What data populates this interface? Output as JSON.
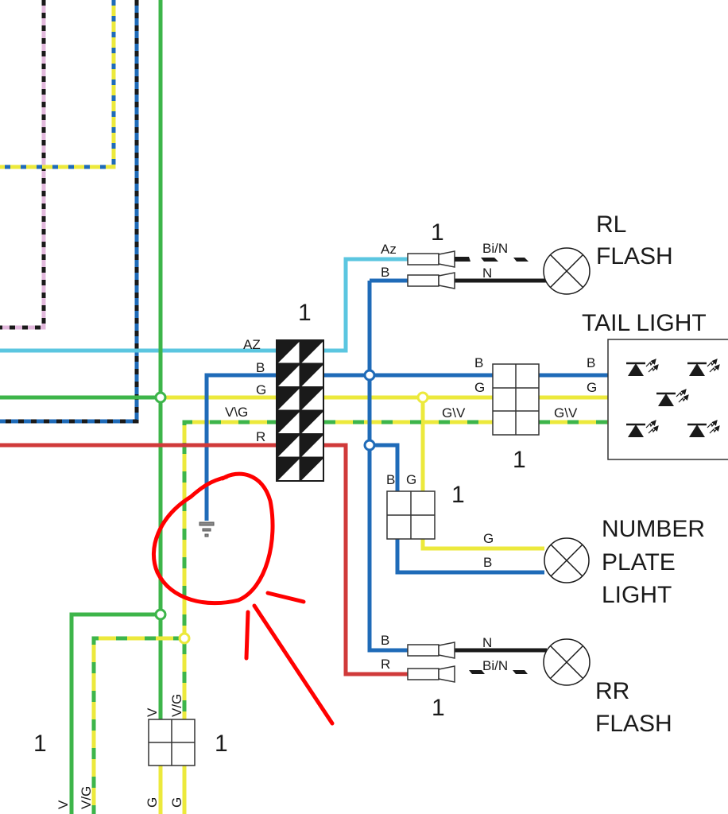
{
  "colors": {
    "blue": "#1f6bb8",
    "lightblue": "#5bc6e0",
    "green": "#3db54a",
    "yellow": "#ece93c",
    "red": "#d03a3a",
    "black": "#1a1a1a",
    "pink": "#e2b8dc",
    "annotation": "#ff0000"
  },
  "labels": {
    "block_number": "1",
    "az": "AZ",
    "b": "B",
    "g": "G",
    "vg": "V\\G",
    "r": "R",
    "rl_conn_number": "1",
    "rl_az": "Az",
    "rl_b": "B",
    "rl_bin": "Bi/N",
    "rl_n": "N",
    "rl_title_1": "RL",
    "rl_title_2": "FLASH",
    "tail_title": "TAIL LIGHT",
    "tail_b_in": "B",
    "tail_g_in": "G",
    "tail_gv_in": "G\\V",
    "tail_b_out": "B",
    "tail_g_out": "G",
    "tail_gv_out": "G\\V",
    "tail_conn_number": "1",
    "np_b": "B",
    "np_g": "G",
    "np_conn_number": "1",
    "np_wire_g": "G",
    "np_wire_b": "B",
    "np_title_1": "NUMBER",
    "np_title_2": "PLATE",
    "np_title_3": "LIGHT",
    "rr_b": "B",
    "rr_r": "R",
    "rr_n": "N",
    "rr_bin": "Bi/N",
    "rr_conn_number": "1",
    "rr_title_1": "RR",
    "rr_title_2": "FLASH",
    "bot_v": "V",
    "bot_vg": "V/G",
    "bot_g1": "G",
    "bot_g2": "G",
    "bot_conn_number": "1",
    "left_v": "V",
    "left_vg": "V/G",
    "left_number": "1"
  }
}
